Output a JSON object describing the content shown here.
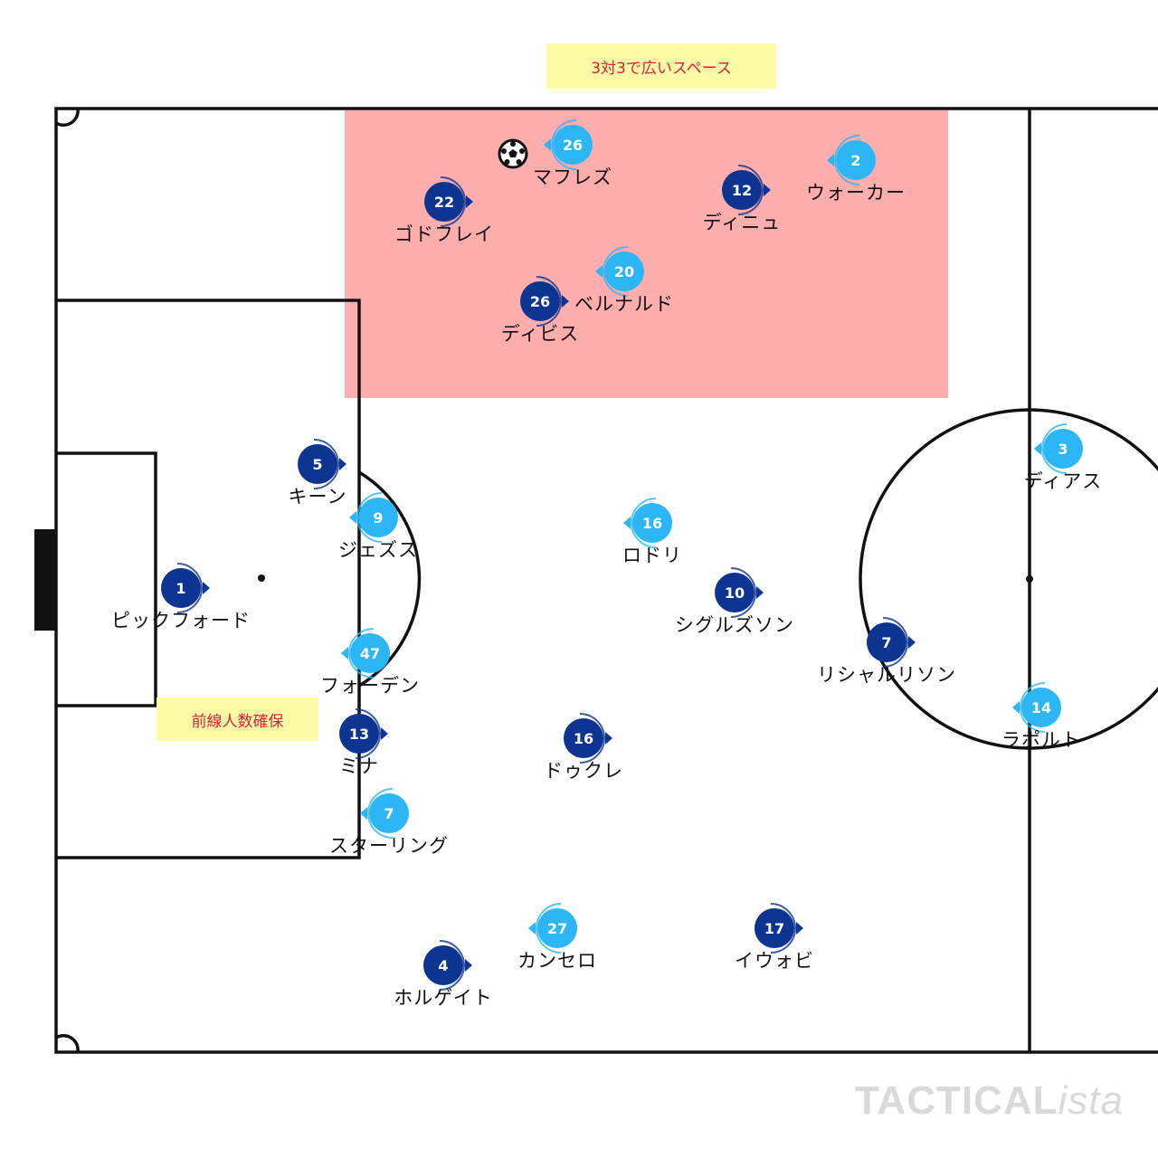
{
  "colors": {
    "home_team": "#0c3591",
    "away_team": "#2db6f5",
    "highlight_zone": "#ffadad",
    "note_background": "#fdfba6",
    "note_text": "#e0203a",
    "pitch_lines": "#111111"
  },
  "notes": {
    "top": "3対3で広いスペース",
    "left": "前線人数確保"
  },
  "ball_icon": "soccer-ball-icon",
  "watermark": {
    "brand": "TACTICAL",
    "suffix": "ista"
  },
  "players": [
    {
      "id": "p-1",
      "team": "home",
      "number": "1",
      "name": "ピックフォード"
    },
    {
      "id": "p-5",
      "team": "home",
      "number": "5",
      "name": "キーン"
    },
    {
      "id": "p-13",
      "team": "home",
      "number": "13",
      "name": "ミナ"
    },
    {
      "id": "p-4",
      "team": "home",
      "number": "4",
      "name": "ホルゲイト"
    },
    {
      "id": "p-22",
      "team": "home",
      "number": "22",
      "name": "ゴドフレイ"
    },
    {
      "id": "p-26h",
      "team": "home",
      "number": "26",
      "name": "ディビス"
    },
    {
      "id": "p-12",
      "team": "home",
      "number": "12",
      "name": "ディニュ"
    },
    {
      "id": "p-10",
      "team": "home",
      "number": "10",
      "name": "シグルズソン"
    },
    {
      "id": "p-16h",
      "team": "home",
      "number": "16",
      "name": "ドゥクレ"
    },
    {
      "id": "p-17",
      "team": "home",
      "number": "17",
      "name": "イウォビ"
    },
    {
      "id": "p-7h",
      "team": "home",
      "number": "7",
      "name": "リシャルリソン"
    },
    {
      "id": "p-26a",
      "team": "away",
      "number": "26",
      "name": "マフレズ"
    },
    {
      "id": "p-2",
      "team": "away",
      "number": "2",
      "name": "ウォーカー"
    },
    {
      "id": "p-20",
      "team": "away",
      "number": "20",
      "name": "ベルナルド"
    },
    {
      "id": "p-9",
      "team": "away",
      "number": "9",
      "name": "ジェズス"
    },
    {
      "id": "p-47",
      "team": "away",
      "number": "47",
      "name": "フォーデン"
    },
    {
      "id": "p-7a",
      "team": "away",
      "number": "7",
      "name": "スターリング"
    },
    {
      "id": "p-16a",
      "team": "away",
      "number": "16",
      "name": "ロドリ"
    },
    {
      "id": "p-27",
      "team": "away",
      "number": "27",
      "name": "カンセロ"
    },
    {
      "id": "p-3",
      "team": "away",
      "number": "3",
      "name": "ディアス"
    },
    {
      "id": "p-14",
      "team": "away",
      "number": "14",
      "name": "ラポルト"
    }
  ]
}
